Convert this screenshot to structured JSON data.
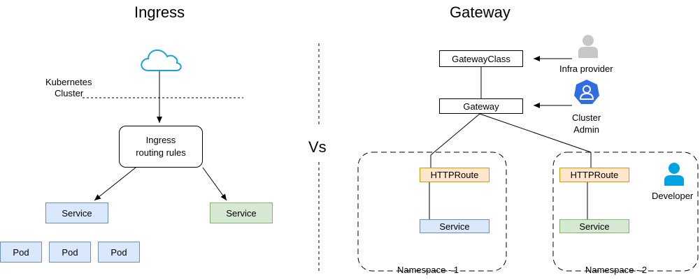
{
  "left": {
    "title": "Ingress",
    "cluster_label_line1": "Kubernetes",
    "cluster_label_line2": "Cluster",
    "ingress_box_line1": "Ingress",
    "ingress_box_line2": "routing rules",
    "service_blue": "Service",
    "service_green": "Service",
    "pods": [
      "Pod",
      "Pod",
      "Pod"
    ]
  },
  "vs": "Vs",
  "right": {
    "title": "Gateway",
    "gatewayclass": "GatewayClass",
    "gateway": "Gateway",
    "infra_provider": "Infra provider",
    "cluster_admin_line1": "Cluster",
    "cluster_admin_line2": "Admin",
    "developer": "Developer",
    "namespace1": {
      "httproute": "HTTPRoute",
      "service": "Service",
      "label": "Namespace - 1"
    },
    "namespace2": {
      "httproute": "HTTPRoute",
      "service": "Service",
      "label": "Namespace - 2"
    }
  },
  "colors": {
    "blue_fill": "#dae8fc",
    "blue_stroke": "#6c8ebf",
    "green_fill": "#d5e8d4",
    "green_stroke": "#82b366",
    "orange_fill": "#ffe6cc",
    "orange_stroke": "#d79b00",
    "cloud_stroke": "#1ba1e2",
    "admin_icon": "#326ce5",
    "developer_icon": "#00a3e0",
    "infra_icon": "#c7c7c7"
  },
  "icons": {
    "cloud": "cloud-icon",
    "infra_provider": "person-icon",
    "cluster_admin": "kubernetes-user-icon",
    "developer": "person-icon"
  }
}
